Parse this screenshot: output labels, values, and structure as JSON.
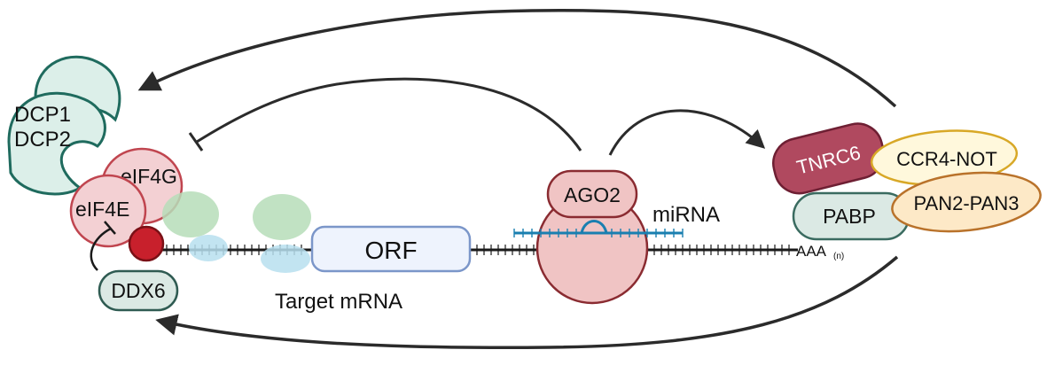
{
  "labels": {
    "dcp1": "DCP1",
    "dcp2": "DCP2",
    "eif4g": "eIF4G",
    "eif4e": "eIF4E",
    "ddx6": "DDX6",
    "orf": "ORF",
    "target_mrna": "Target mRNA",
    "ago2": "AGO2",
    "mirna": "miRNA",
    "tnrc6": "TNRC6",
    "ccr4_not": "CCR4-NOT",
    "pabp": "PABP",
    "pan2_pan3": "PAN2-PAN3",
    "polya": "AAA",
    "polya_sub": "(n)"
  },
  "colors": {
    "dcp_fill": "#dcefe9",
    "dcp_stroke": "#1f6b5e",
    "eif_fill": "#f3d0d3",
    "eif_stroke": "#c0454f",
    "cap": "#c8202c",
    "ddx6_fill": "#dbe9e4",
    "ddx6_stroke": "#2f5b52",
    "ribosome_green": "#b6ddb9",
    "ribosome_blue": "#b7dfee",
    "orf_fill": "#eef3fd",
    "orf_stroke": "#7b96c9",
    "ago2_fill": "#f0c4c4",
    "ago2_stroke": "#8a2b31",
    "mirna": "#1a7fb0",
    "tnrc6_fill": "#b0495f",
    "ccr4_fill": "#fff8dc",
    "ccr4_stroke": "#d8a827",
    "pan_fill": "#fde9c7",
    "pan_stroke": "#b9722a",
    "pabp_fill": "#dbe9e4",
    "pabp_stroke": "#3a6b60",
    "arrow": "#2b2b2b"
  }
}
